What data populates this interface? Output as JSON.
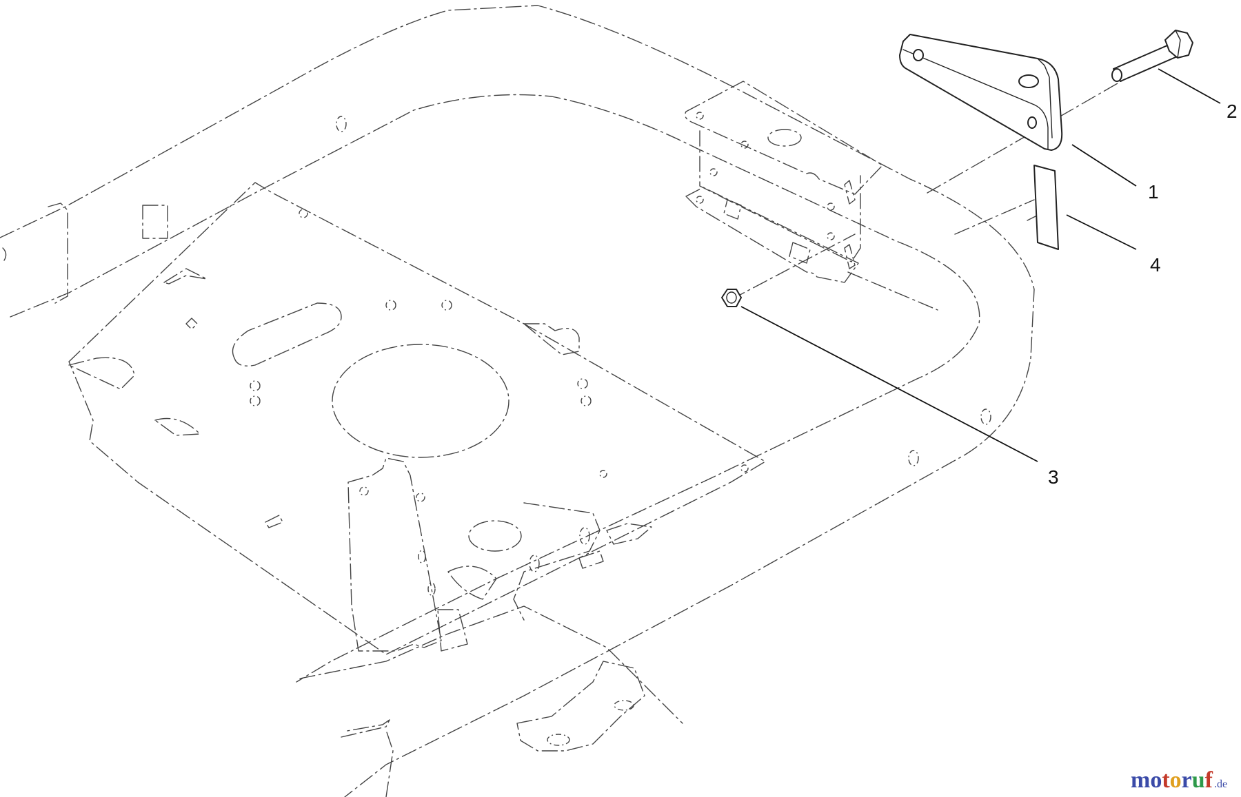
{
  "callouts": [
    {
      "id": "1",
      "label": "1"
    },
    {
      "id": "2",
      "label": "2"
    },
    {
      "id": "3",
      "label": "3"
    },
    {
      "id": "4",
      "label": "4"
    }
  ],
  "watermark": {
    "letters": [
      "m",
      "o",
      "t",
      "o",
      "r",
      "u",
      "f"
    ],
    "colors": [
      "#3a4aa8",
      "#3a4aa8",
      "#c43a2a",
      "#e0a020",
      "#3a4aa8",
      "#2e9a4a",
      "#c43a2a"
    ],
    "suffix": ".de"
  }
}
